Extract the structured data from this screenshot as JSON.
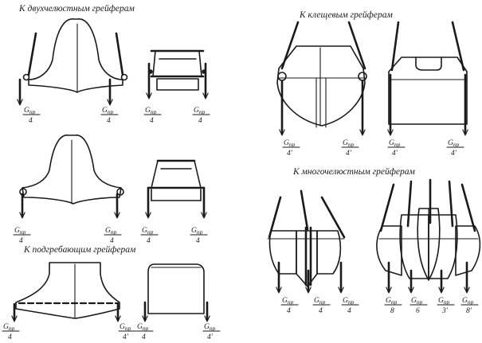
{
  "sections": {
    "two_jaw": "К двухчелюстным грейферам",
    "pincer": "К клещевым грейферам",
    "scraping": "К подгребающим грейферам",
    "multi_jaw": "К многочелюстным грейферам"
  },
  "load": {
    "symbol": "G",
    "subscript": "пр",
    "den_4": "4",
    "den_4p": "4'",
    "den_6": "6",
    "den_8": "8",
    "den_3p": "3'",
    "den_8p": "8'"
  },
  "colors": {
    "ink": "#1a1a1a",
    "paper": "#ffffff"
  }
}
